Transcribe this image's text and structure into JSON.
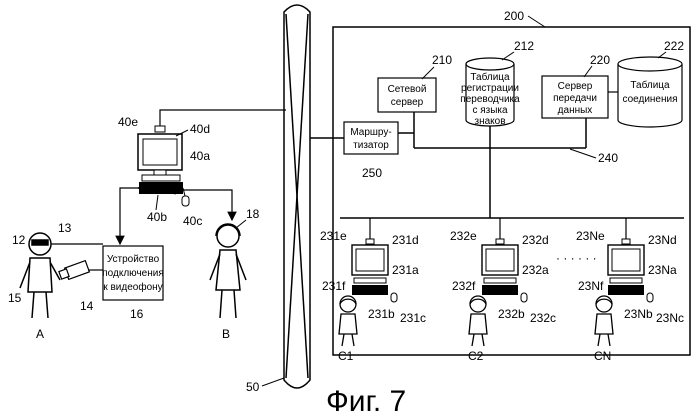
{
  "figure": {
    "caption": "Фиг. 7",
    "system_ref": "200",
    "network_ref": "50",
    "lan_ref": "240",
    "web_server": {
      "ref": "210",
      "line1": "Сетевой",
      "line2": "сервер"
    },
    "reg_table": {
      "ref": "212",
      "line1": "Таблица",
      "line2": "регистрации",
      "line3": "переводчика",
      "line4": "с языка",
      "line5": "знаков"
    },
    "data_server": {
      "ref": "220",
      "line1": "Сервер",
      "line2": "передачи",
      "line3": "данных"
    },
    "conn_table": {
      "ref": "222",
      "line1": "Таблица",
      "line2": "соединения"
    },
    "router": {
      "ref": "250",
      "line1": "Маршру-",
      "line2": "тизатор"
    },
    "terminal": {
      "cam": "40e",
      "display": "40d",
      "pc": "40a",
      "keyboard": "40b",
      "mouse": "40c"
    },
    "videophone_adapter": {
      "ref": "16",
      "line1": "Устройство",
      "line2": "подключения",
      "line3": "к видеофону"
    },
    "person_a": {
      "label": "A",
      "ref_head": "12",
      "ref_glasses": "13",
      "ref_body": "15",
      "ref_camera": "14"
    },
    "person_b": {
      "label": "B",
      "ref_headset": "18"
    },
    "stations": [
      {
        "cam": "231e",
        "display": "231d",
        "pc": "231a",
        "keyboard": "231b",
        "mouse": "231c",
        "headset": "231f",
        "person": "C1"
      },
      {
        "cam": "232e",
        "display": "232d",
        "pc": "232a",
        "keyboard": "232b",
        "mouse": "232c",
        "headset": "232f",
        "person": "C2"
      },
      {
        "cam": "23Ne",
        "display": "23Nd",
        "pc": "23Na",
        "keyboard": "23Nb",
        "mouse": "23Nc",
        "headset": "23Nf",
        "person": "CN"
      }
    ],
    "ellipsis": "· · · · · ·"
  }
}
